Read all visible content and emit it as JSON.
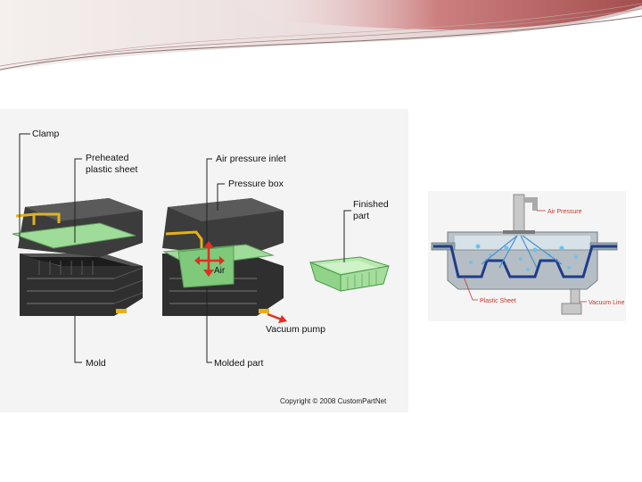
{
  "left_figure": {
    "labels": {
      "clamp": "Clamp",
      "preheated_line1": "Preheated",
      "preheated_line2": "plastic sheet",
      "mold": "Mold",
      "air_pressure_inlet": "Air pressure inlet",
      "pressure_box": "Pressure box",
      "air": "Air",
      "vacuum_pump": "Vacuum pump",
      "molded_part": "Molded part",
      "finished_line1": "Finished",
      "finished_line2": "part"
    },
    "copyright": "Copyright © 2008 CustomPartNet"
  },
  "right_figure": {
    "labels": {
      "air_pressure": "Air Pressure",
      "plastic_sheet": "Plastic Sheet",
      "vacuum_line": "Vacuum Line"
    }
  },
  "colors": {
    "machine_dark": "#3b3b3b",
    "sheet_green": "#9fdc9a",
    "clamp_yellow": "#e2b21c",
    "arrow_red": "#e03020",
    "banner_red": "#b84a4a",
    "plastic_blue": "#1f3c8c"
  }
}
